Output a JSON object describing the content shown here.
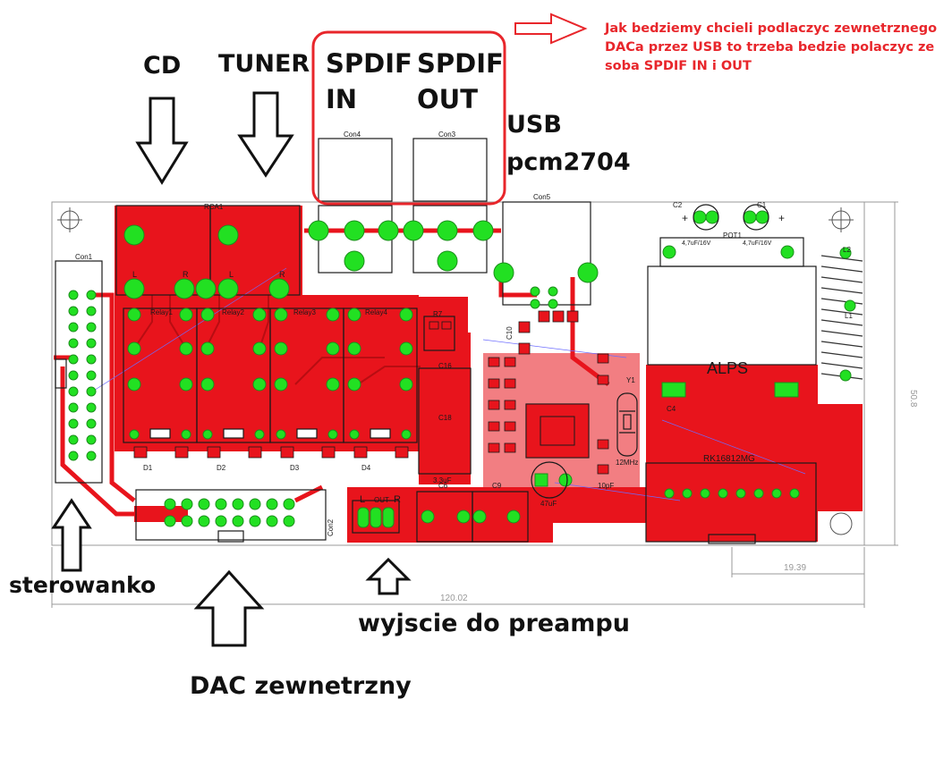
{
  "annotations": {
    "cd": "CD",
    "tuner": "TUNER",
    "spdif_in_1": "SPDIF",
    "spdif_in_2": "IN",
    "spdif_out_1": "SPDIF",
    "spdif_out_2": "OUT",
    "usb_1": "USB",
    "usb_2": "pcm2704",
    "sterowanko": "sterowanko",
    "dac_zewnetrzny": "DAC zewnetrzny",
    "wyjscie": "wyjscie do preampu",
    "note_lines": [
      "Jak bedziemy chcieli podlaczyc zewnetrznego",
      "DACa przez USB to trzeba bedzie polaczyc ze",
      "soba SPDIF IN i OUT"
    ]
  },
  "pcb": {
    "labels": {
      "con1": "Con1",
      "con2": "Con2",
      "con3": "Con3",
      "con4": "Con4",
      "con5": "Con5",
      "rca1": "RCA1",
      "relay1": "Relay1",
      "relay2": "Relay2",
      "relay3": "Relay3",
      "relay4": "Relay4",
      "pot1": "POT1",
      "alps": "ALPS",
      "rk": "RK16812MG",
      "c1": "C1",
      "c2": "C2",
      "c4": "C4",
      "c6": "C6",
      "c9": "C9",
      "c10": "C10",
      "c16": "C16",
      "c18": "C18",
      "y1": "Y1",
      "l1": "L1",
      "l2": "L2",
      "r7": "R7",
      "crystal": "12MHz",
      "cap_47uf": "47uF",
      "cap_33uf": "3.3uF",
      "cap_10pf": "10pF",
      "cap_pot": "4,7uF/16V",
      "l": "L",
      "r": "R",
      "out": "OUT",
      "d1": "D1",
      "d2": "D2",
      "d3": "D3",
      "d4": "D4",
      "plus": "+"
    },
    "dimensions": {
      "height": "50.8",
      "width": "120.02",
      "offset": "19.39"
    }
  },
  "colors": {
    "copper": "#e8141c",
    "pad": "#22e022",
    "outline": "#1a1a1a",
    "note": "#e8262b",
    "dimension": "#999999"
  }
}
